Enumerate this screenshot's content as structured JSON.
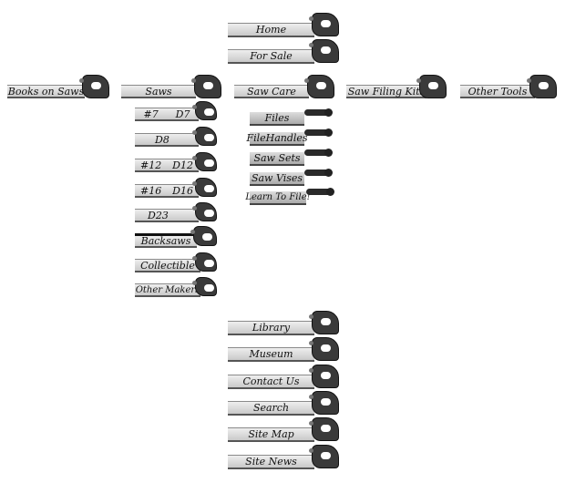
{
  "top_nav": [
    "Home",
    "For Sale"
  ],
  "main_nav": [
    "Books on Saws",
    "Saws",
    "Saw Care",
    "Saw Filing Kits",
    "Other Tools"
  ],
  "saws_menu": [
    {
      "left": "#7",
      "right": "D7"
    },
    {
      "left": "D8",
      "right": ""
    },
    {
      "left": "#12",
      "right": "D12"
    },
    {
      "left": "#16",
      "right": "D16"
    },
    {
      "left": "D23",
      "right": ""
    },
    {
      "left": "Backsaws",
      "right": ""
    },
    {
      "left": "Collectible",
      "right": ""
    },
    {
      "left": "Other Makers",
      "right": ""
    }
  ],
  "saw_care_menu": [
    "Files",
    "FileHandles",
    "Saw Sets",
    "Saw Vises",
    "Learn To File!"
  ],
  "bottom_nav": [
    "Library",
    "Museum",
    "Contact Us",
    "Search",
    "Site Map",
    "Site News"
  ]
}
